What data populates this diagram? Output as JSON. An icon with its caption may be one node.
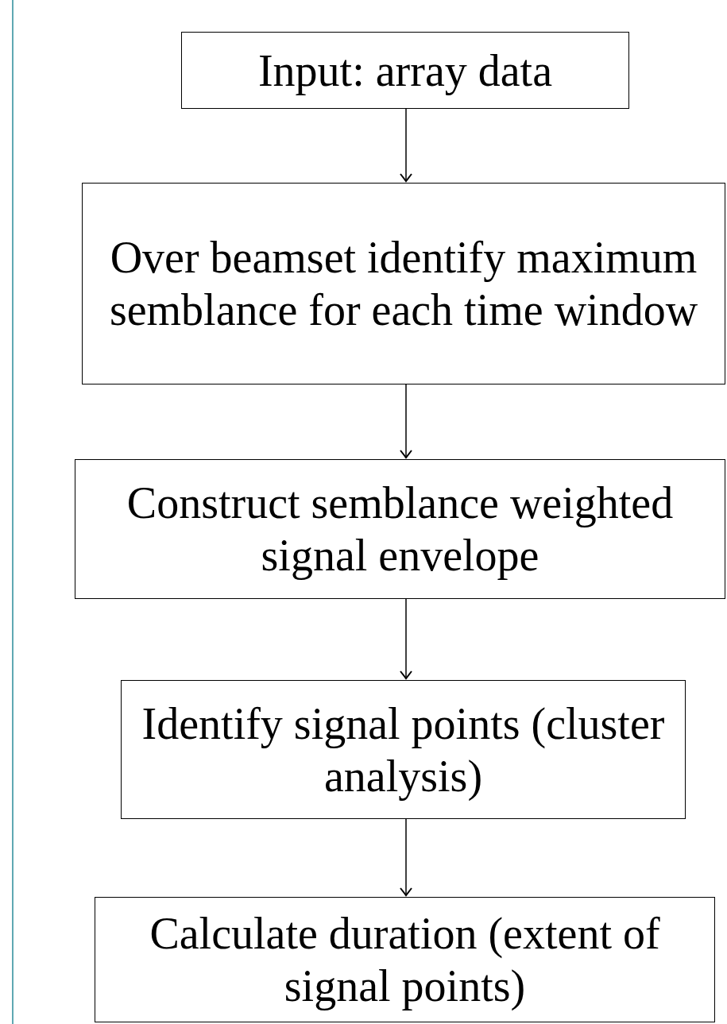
{
  "diagram": {
    "nodes": [
      {
        "text": [
          "Input: array data"
        ]
      },
      {
        "text": [
          "Over beamset identify maximum semblance for each time window"
        ]
      },
      {
        "text": [
          "Construct semblance weighted signal envelope"
        ]
      },
      {
        "text": [
          "Identify signal points (cluster analysis)"
        ]
      },
      {
        "text": [
          "Calculate duration (extent of signal points)"
        ]
      }
    ],
    "edges": [
      {
        "from": 0,
        "to": 1,
        "arrow": "to"
      },
      {
        "from": 1,
        "to": 2,
        "arrow": "to"
      },
      {
        "from": 2,
        "to": 3,
        "arrow": "to"
      },
      {
        "from": 3,
        "to": 4,
        "arrow": "to"
      }
    ]
  }
}
